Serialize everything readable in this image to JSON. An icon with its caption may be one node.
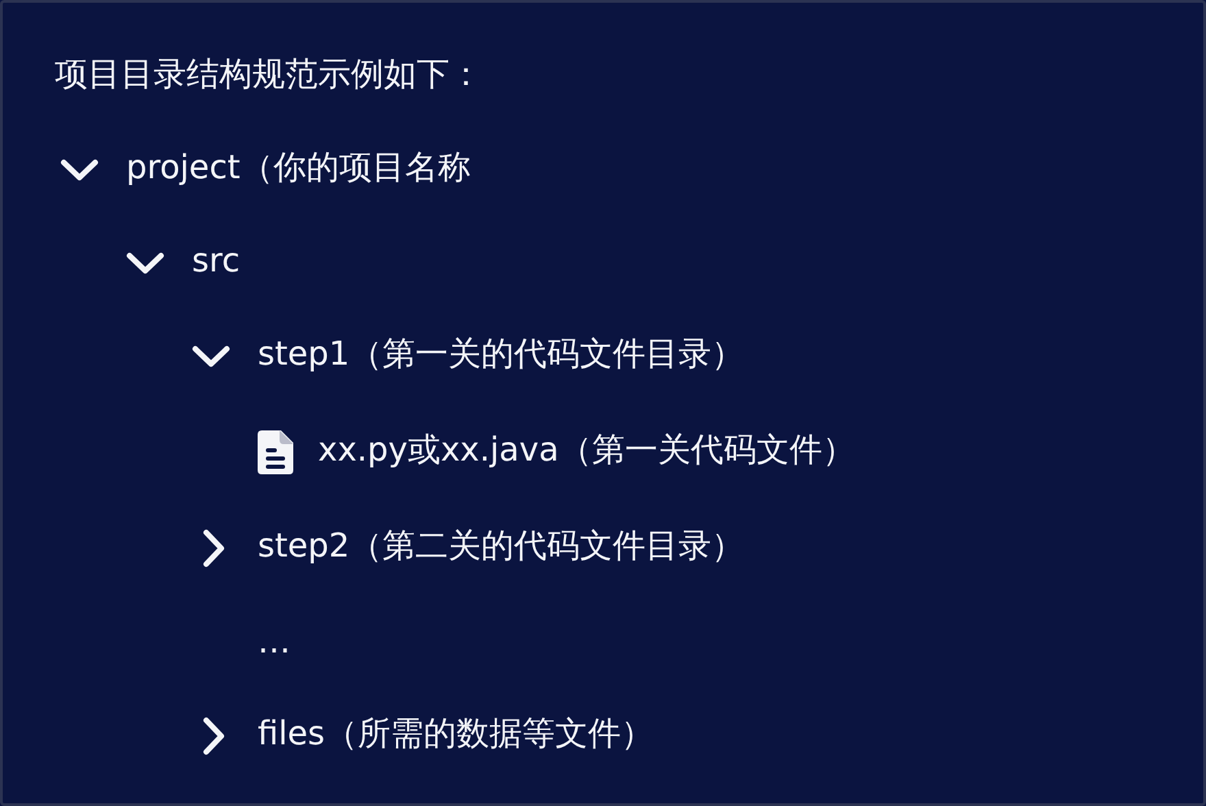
{
  "diagram": {
    "title": "项目目录结构规范示例如下：",
    "labels": [
      "project（你的项目名称",
      "src",
      "step1（第一关的代码文件目录）",
      "xx.py或xx.java（第一关代码文件）",
      "step2（第二关的代码文件目录）",
      "…",
      "files（所需的数据等文件）"
    ]
  }
}
